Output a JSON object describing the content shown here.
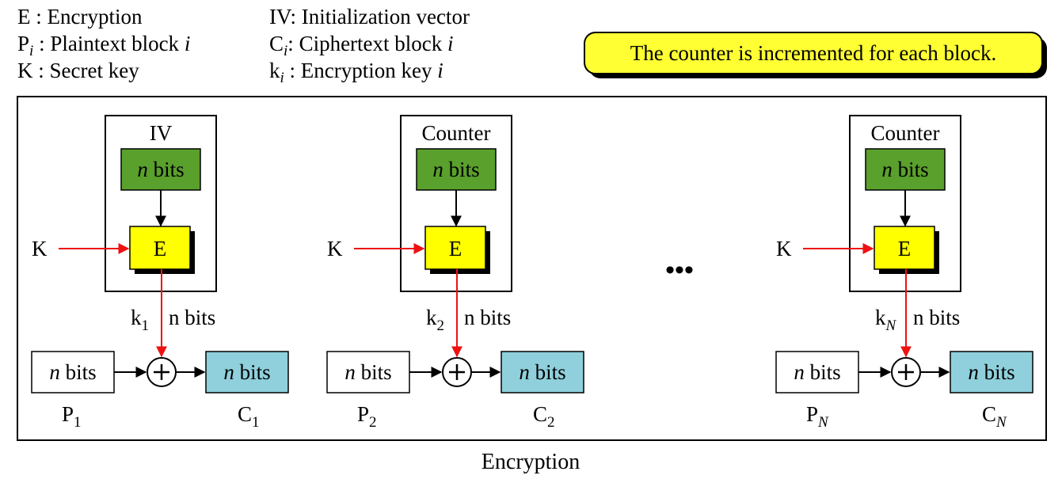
{
  "legend": {
    "col1": [
      {
        "sym": "E",
        "sub": "",
        "sep": " : ",
        "desc": "Encryption",
        "desc_italic_suffix": ""
      },
      {
        "sym": "P",
        "sub": "i",
        "sep": " : ",
        "desc": "Plaintext block ",
        "desc_italic_suffix": "i"
      },
      {
        "sym": "K",
        "sub": "",
        "sep": " : ",
        "desc": "Secret key",
        "desc_italic_suffix": ""
      }
    ],
    "col2": [
      {
        "sym": "IV",
        "sub": "",
        "sep": ": ",
        "desc": "Initialization vector",
        "desc_italic_suffix": ""
      },
      {
        "sym": "C",
        "sub": "i",
        "sep": ": ",
        "desc": "Ciphertext block ",
        "desc_italic_suffix": "i"
      },
      {
        "sym": "k",
        "sub": "i",
        "sep": " : ",
        "desc": "Encryption key ",
        "desc_italic_suffix": "i"
      }
    ]
  },
  "callout": "The counter is incremented for each block.",
  "ellipsis": "•••",
  "n_bits_italic": "n",
  "n_bits_word": " bits",
  "k_bits_label": "n bits",
  "key_label": "K",
  "encrypt_label": "E",
  "caption": "Encryption",
  "colors": {
    "counter_fill": "#5aa02c",
    "encrypt_fill": "#ffff00",
    "cipher_fill": "#8fd0dc",
    "red_arrow": "#ee1111",
    "callout_fill": "#ffff33"
  },
  "stages": [
    {
      "header": "IV",
      "k_sym": "k",
      "k_sub": "1",
      "k_sub_italic": false,
      "p_sym": "P",
      "p_sub": "1",
      "p_sub_italic": false,
      "c_sym": "C",
      "c_sub": "1",
      "c_sub_italic": false
    },
    {
      "header": "Counter",
      "k_sym": "k",
      "k_sub": "2",
      "k_sub_italic": false,
      "p_sym": "P",
      "p_sub": "2",
      "p_sub_italic": false,
      "c_sym": "C",
      "c_sub": "2",
      "c_sub_italic": false
    },
    {
      "header": "Counter",
      "k_sym": "k",
      "k_sub": "N",
      "k_sub_italic": true,
      "p_sym": "P",
      "p_sub": "N",
      "p_sub_italic": true,
      "c_sym": "C",
      "c_sub": "N",
      "c_sub_italic": true
    }
  ]
}
